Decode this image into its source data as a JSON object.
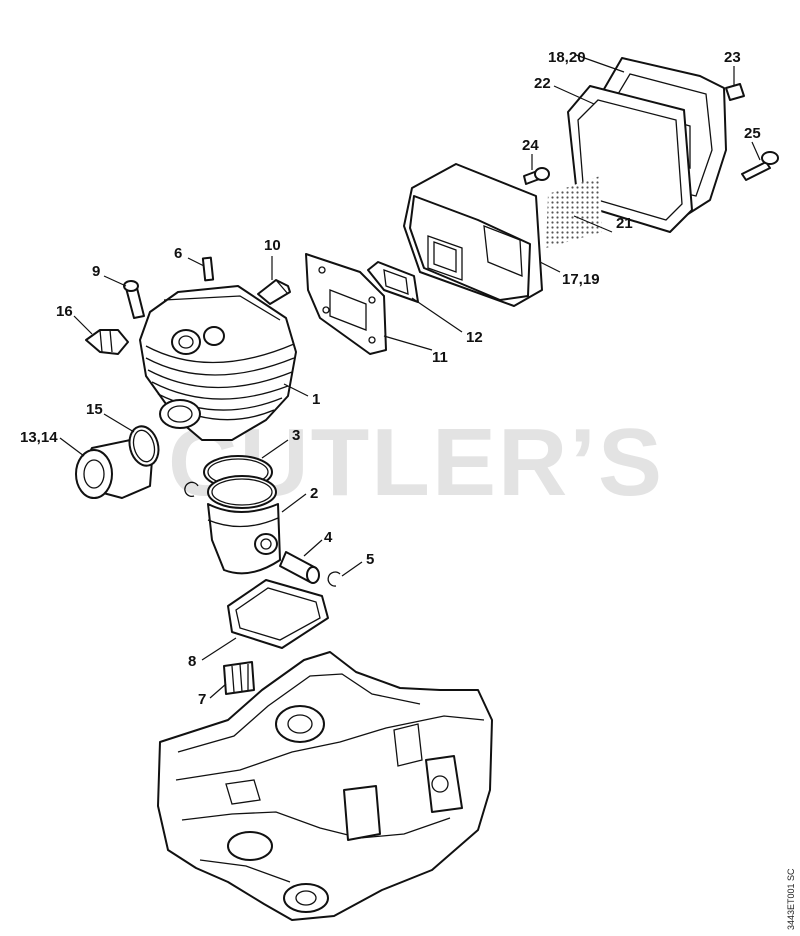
{
  "watermark": "CUTLER’S",
  "drawing_code": "3443ET001 SC",
  "callouts": [
    {
      "id": "1",
      "text": "1"
    },
    {
      "id": "2",
      "text": "2"
    },
    {
      "id": "3",
      "text": "3"
    },
    {
      "id": "4",
      "text": "4"
    },
    {
      "id": "5",
      "text": "5"
    },
    {
      "id": "6",
      "text": "6"
    },
    {
      "id": "7",
      "text": "7"
    },
    {
      "id": "8",
      "text": "8"
    },
    {
      "id": "9",
      "text": "9"
    },
    {
      "id": "10",
      "text": "10"
    },
    {
      "id": "11",
      "text": "11"
    },
    {
      "id": "12",
      "text": "12"
    },
    {
      "id": "13_14",
      "text": "13,14"
    },
    {
      "id": "15",
      "text": "15"
    },
    {
      "id": "16",
      "text": "16"
    },
    {
      "id": "17_19",
      "text": "17,19"
    },
    {
      "id": "18_20",
      "text": "18,20"
    },
    {
      "id": "21",
      "text": "21"
    },
    {
      "id": "22",
      "text": "22"
    },
    {
      "id": "23",
      "text": "23"
    },
    {
      "id": "24",
      "text": "24"
    },
    {
      "id": "25",
      "text": "25"
    }
  ]
}
